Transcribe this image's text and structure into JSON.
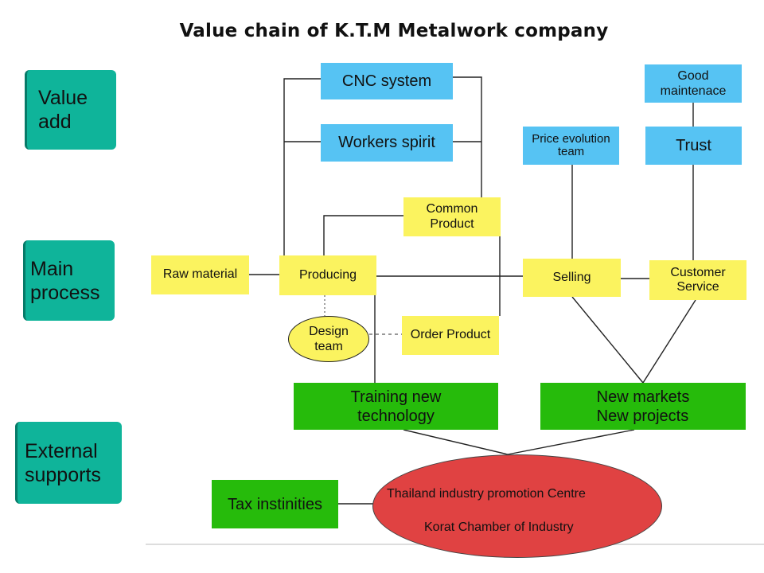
{
  "title": "Value chain of K.T.M Metalwork company",
  "categories": {
    "value_add": "Value\nadd",
    "main_process": "Main\nprocess",
    "external_supports": "External\nsupports"
  },
  "value_add": {
    "cnc_system": "CNC system",
    "workers_spirit": "Workers spirit",
    "price_evolution_team": "Price evolution\nteam",
    "good_maintenace": "Good\nmaintenace",
    "trust": "Trust"
  },
  "main_process": {
    "raw_material": "Raw material",
    "producing": "Producing",
    "common_product": "Common\nProduct",
    "order_product": "Order Product",
    "design_team": "Design\nteam",
    "selling": "Selling",
    "customer_service": "Customer\nService"
  },
  "external_supports": {
    "training_new_technology": "Training new\ntechnology",
    "new_markets_projects": "New markets\nNew projects",
    "tax_instinities": "Tax instinities",
    "support_line_1": "Thailand industry promotion Centre",
    "support_line_2": "Korat Chamber of Industry"
  },
  "colors": {
    "category": "#0fb49a",
    "value_box": "#56c3f3",
    "process_box": "#fbf35f",
    "support_box": "#26bb0b",
    "institution_ellipse": "#e04242"
  }
}
